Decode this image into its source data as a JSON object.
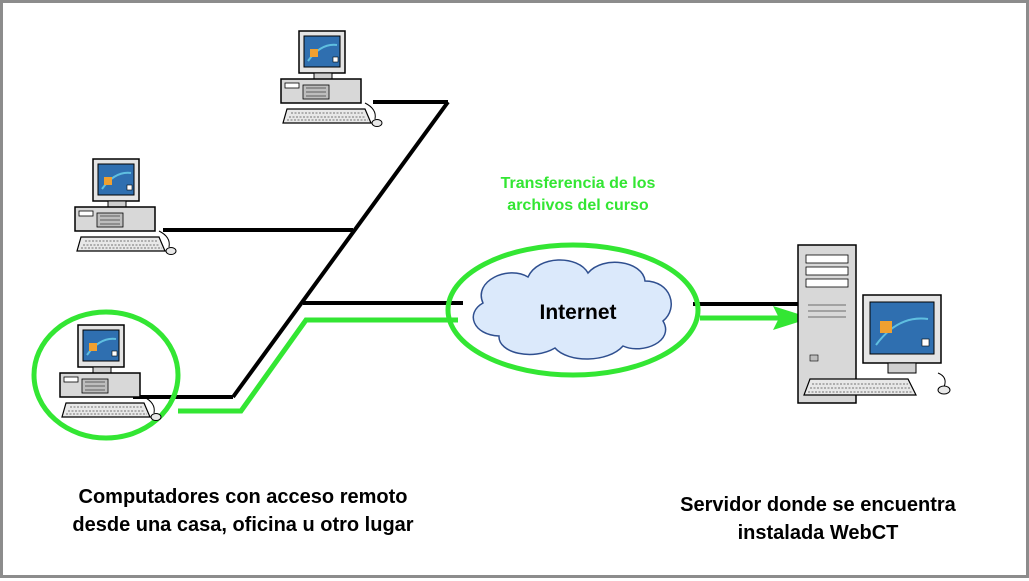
{
  "diagram": {
    "transfer_label": [
      "Transferencia de los",
      "archivos del curso"
    ],
    "internet_label": "Internet",
    "clients_label": [
      "Computadores con acceso remoto",
      "desde una casa, oficina u otro lugar"
    ],
    "server_label": [
      "Servidor donde se encuentra",
      "instalada WebCT"
    ]
  },
  "colors": {
    "highlight": "#33e633",
    "line": "#000000",
    "cloud_fill": "#dbe9fb",
    "cloud_stroke": "#2f4f8f",
    "screen": "#2f6fb0",
    "border": "#8c8c8c"
  },
  "icons": [
    "desktop-computer-icon",
    "server-tower-icon",
    "cloud-icon"
  ]
}
